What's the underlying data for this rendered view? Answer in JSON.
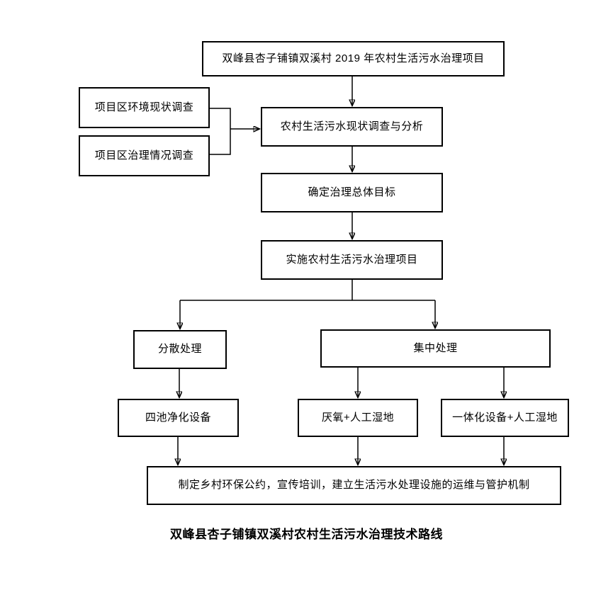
{
  "flowchart": {
    "nodes": {
      "project": {
        "label": "双峰县杏子铺镇双溪村 2019 年农村生活污水治理项目"
      },
      "env_survey": {
        "label": "项目区环境现状调查"
      },
      "treatment_survey": {
        "label": "项目区治理情况调查"
      },
      "status_analysis": {
        "label": "农村生活污水现状调查与分析"
      },
      "overall_goal": {
        "label": "确定治理总体目标"
      },
      "implement": {
        "label": "实施农村生活污水治理项目"
      },
      "decentralized": {
        "label": "分散处理"
      },
      "centralized": {
        "label": "集中处理"
      },
      "four_pond": {
        "label": "四池净化设备"
      },
      "anaerobic_wetland": {
        "label": "厌氧+人工湿地"
      },
      "integrated_wetland": {
        "label": "一体化设备+人工湿地"
      },
      "mechanism": {
        "label": "制定乡村环保公约，宣传培训，建立生活污水处理设施的运维与管护机制"
      }
    },
    "edges": [
      {
        "from": "project",
        "to": "status_analysis"
      },
      {
        "from": "env_survey",
        "to": "status_analysis"
      },
      {
        "from": "treatment_survey",
        "to": "status_analysis"
      },
      {
        "from": "status_analysis",
        "to": "overall_goal"
      },
      {
        "from": "overall_goal",
        "to": "implement"
      },
      {
        "from": "implement",
        "to": "decentralized"
      },
      {
        "from": "implement",
        "to": "centralized"
      },
      {
        "from": "decentralized",
        "to": "four_pond"
      },
      {
        "from": "centralized",
        "to": "anaerobic_wetland"
      },
      {
        "from": "centralized",
        "to": "integrated_wetland"
      },
      {
        "from": "four_pond",
        "to": "mechanism"
      },
      {
        "from": "anaerobic_wetland",
        "to": "mechanism"
      },
      {
        "from": "integrated_wetland",
        "to": "mechanism"
      }
    ],
    "caption": "双峰县杏子铺镇双溪村农村生活污水治理技术路线",
    "colors": {
      "line": "#000000",
      "border": "#000000",
      "background": "#ffffff",
      "text": "#000000"
    }
  }
}
